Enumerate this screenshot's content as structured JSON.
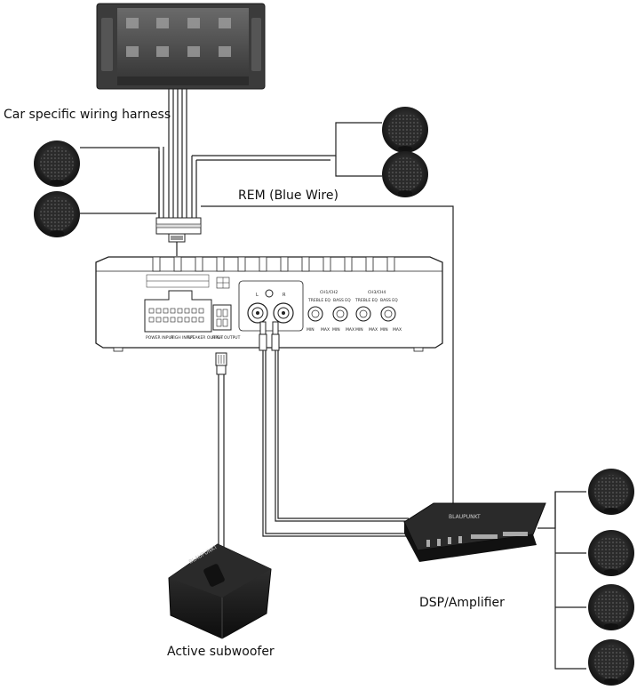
{
  "labels": {
    "harness": "Car specific wiring harness",
    "rem": "REM (Blue Wire)",
    "dsp": "DSP/Amplifier",
    "subwoofer": "Active subwoofer"
  },
  "interface_box": {
    "channel_l": "L",
    "channel_r": "R",
    "group_front": "CH1/CH2",
    "group_rear": "CH3/CH4",
    "treble_eq": "TREBLE EQ",
    "bass_eq": "BASS EQ",
    "min": "MIN",
    "max": "MAX",
    "power_input": "POWER INPUT",
    "high_input": "HIGH INPUT",
    "speaker_output": "SPEAKER OUTPUT",
    "high_output": "HIGH OUTPUT"
  },
  "subwoofer_brand": "BLAUPUNKT",
  "dsp_brand": "BLAUPUNKT",
  "colors": {
    "line": "#222222",
    "device": "#1e1e1e",
    "box_fill": "#ffffff"
  }
}
